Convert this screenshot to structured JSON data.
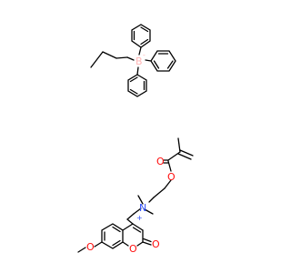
{
  "colors": {
    "carbon": "#000000",
    "oxygen": "#ff0d0d",
    "nitrogen": "#3050f8",
    "boron": "#ffb5b5",
    "background": "#ffffff"
  },
  "atoms": {
    "boron": {
      "symbol": "B",
      "charge": "-"
    },
    "nitrogen": {
      "symbol": "N",
      "charge": "+"
    },
    "ester_carbonyl_oxygen": {
      "symbol": "O"
    },
    "ester_oxygen": {
      "symbol": "O"
    },
    "methoxy_oxygen": {
      "symbol": "O"
    },
    "ring_oxygen": {
      "symbol": "O"
    },
    "lactone_carbonyl_oxygen": {
      "symbol": "O"
    }
  }
}
